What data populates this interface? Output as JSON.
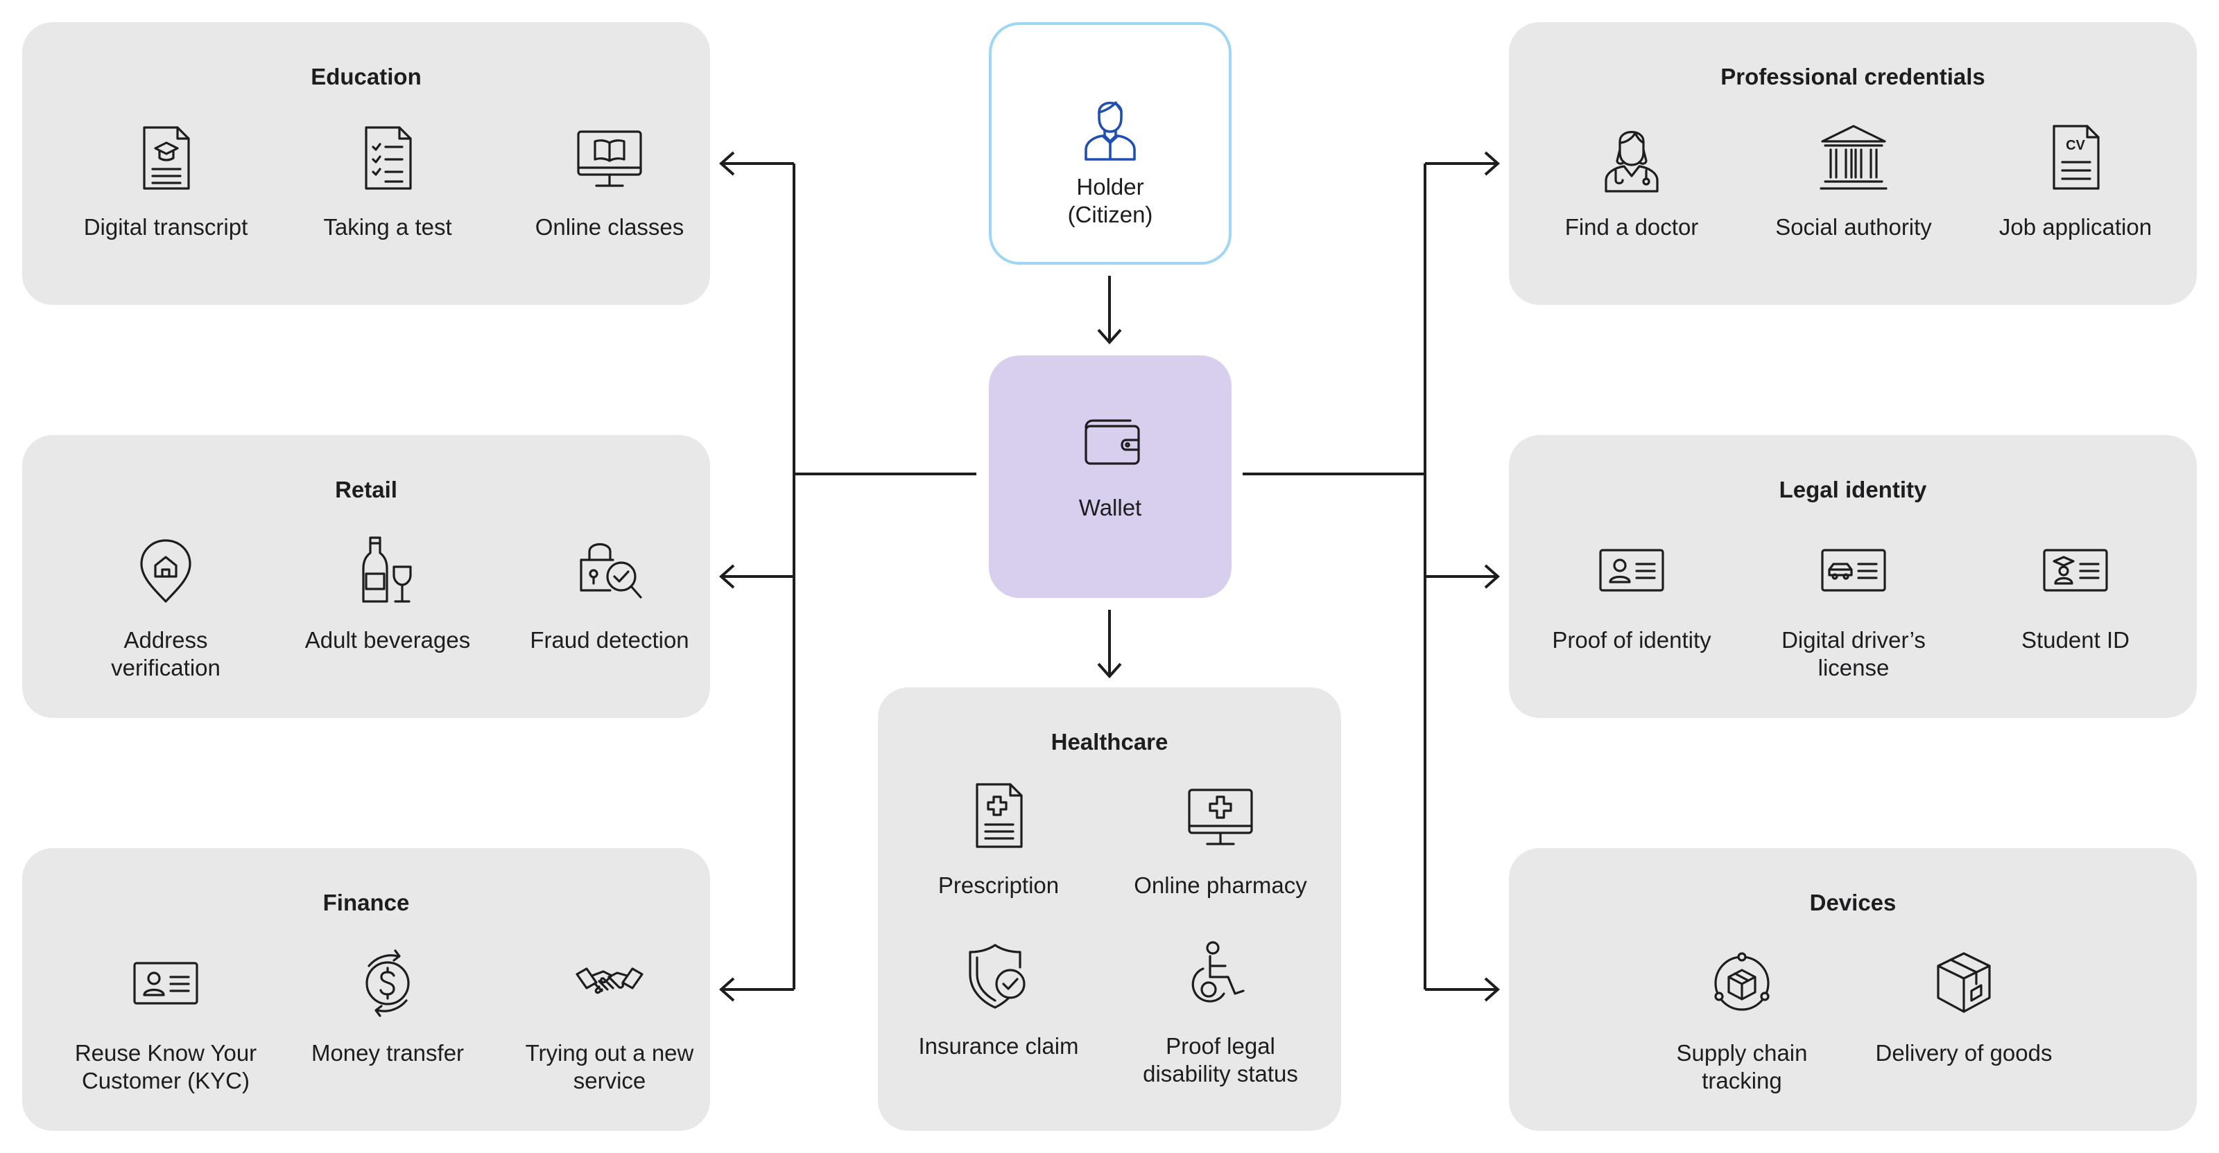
{
  "center": {
    "holder": "Holder\n(Citizen)",
    "wallet": "Wallet"
  },
  "colors": {
    "panel_bg": "#e9e8e9",
    "holder_border": "#9fd6f3",
    "wallet_bg": "#d8cfee",
    "holder_icon": "#1f4fb3",
    "line": "#1d1d1f"
  },
  "education": {
    "title": "Education",
    "items": [
      {
        "label": "Digital transcript",
        "icon": "document-graduation-cap-icon"
      },
      {
        "label": "Taking a test",
        "icon": "checklist-icon"
      },
      {
        "label": "Online classes",
        "icon": "monitor-book-icon"
      }
    ]
  },
  "retail": {
    "title": "Retail",
    "items": [
      {
        "label": "Address\nverification",
        "icon": "location-home-icon"
      },
      {
        "label": "Adult beverages",
        "icon": "wine-bottle-glass-icon"
      },
      {
        "label": "Fraud detection",
        "icon": "lock-magnifier-icon"
      }
    ]
  },
  "finance": {
    "title": "Finance",
    "items": [
      {
        "label": "Reuse Know Your\nCustomer (KYC)",
        "icon": "id-card-icon"
      },
      {
        "label": "Money transfer",
        "icon": "dollar-exchange-icon"
      },
      {
        "label": "Trying out a new\nservice",
        "icon": "handshake-icon"
      }
    ]
  },
  "healthcare": {
    "title": "Healthcare",
    "items": [
      {
        "label": "Prescription",
        "icon": "medical-document-icon"
      },
      {
        "label": "Online pharmacy",
        "icon": "monitor-medical-cross-icon"
      },
      {
        "label": "Insurance claim",
        "icon": "shield-check-icon"
      },
      {
        "label": "Proof legal\ndisability status",
        "icon": "wheelchair-icon"
      }
    ]
  },
  "professional": {
    "title": "Professional credentials",
    "items": [
      {
        "label": "Find a doctor",
        "icon": "doctor-icon"
      },
      {
        "label": "Social authority",
        "icon": "government-building-icon"
      },
      {
        "label": "Job application",
        "icon": "cv-document-icon",
        "icon_text": "CV"
      }
    ]
  },
  "legal": {
    "title": "Legal identity",
    "items": [
      {
        "label": "Proof of identity",
        "icon": "id-card-icon"
      },
      {
        "label": "Digital driver’s\nlicense",
        "icon": "driver-license-car-icon"
      },
      {
        "label": "Student ID",
        "icon": "student-id-card-icon"
      }
    ]
  },
  "devices": {
    "title": "Devices",
    "items": [
      {
        "label": "Supply chain\ntracking",
        "icon": "package-cycle-icon"
      },
      {
        "label": "Delivery of goods",
        "icon": "package-box-icon"
      }
    ]
  }
}
